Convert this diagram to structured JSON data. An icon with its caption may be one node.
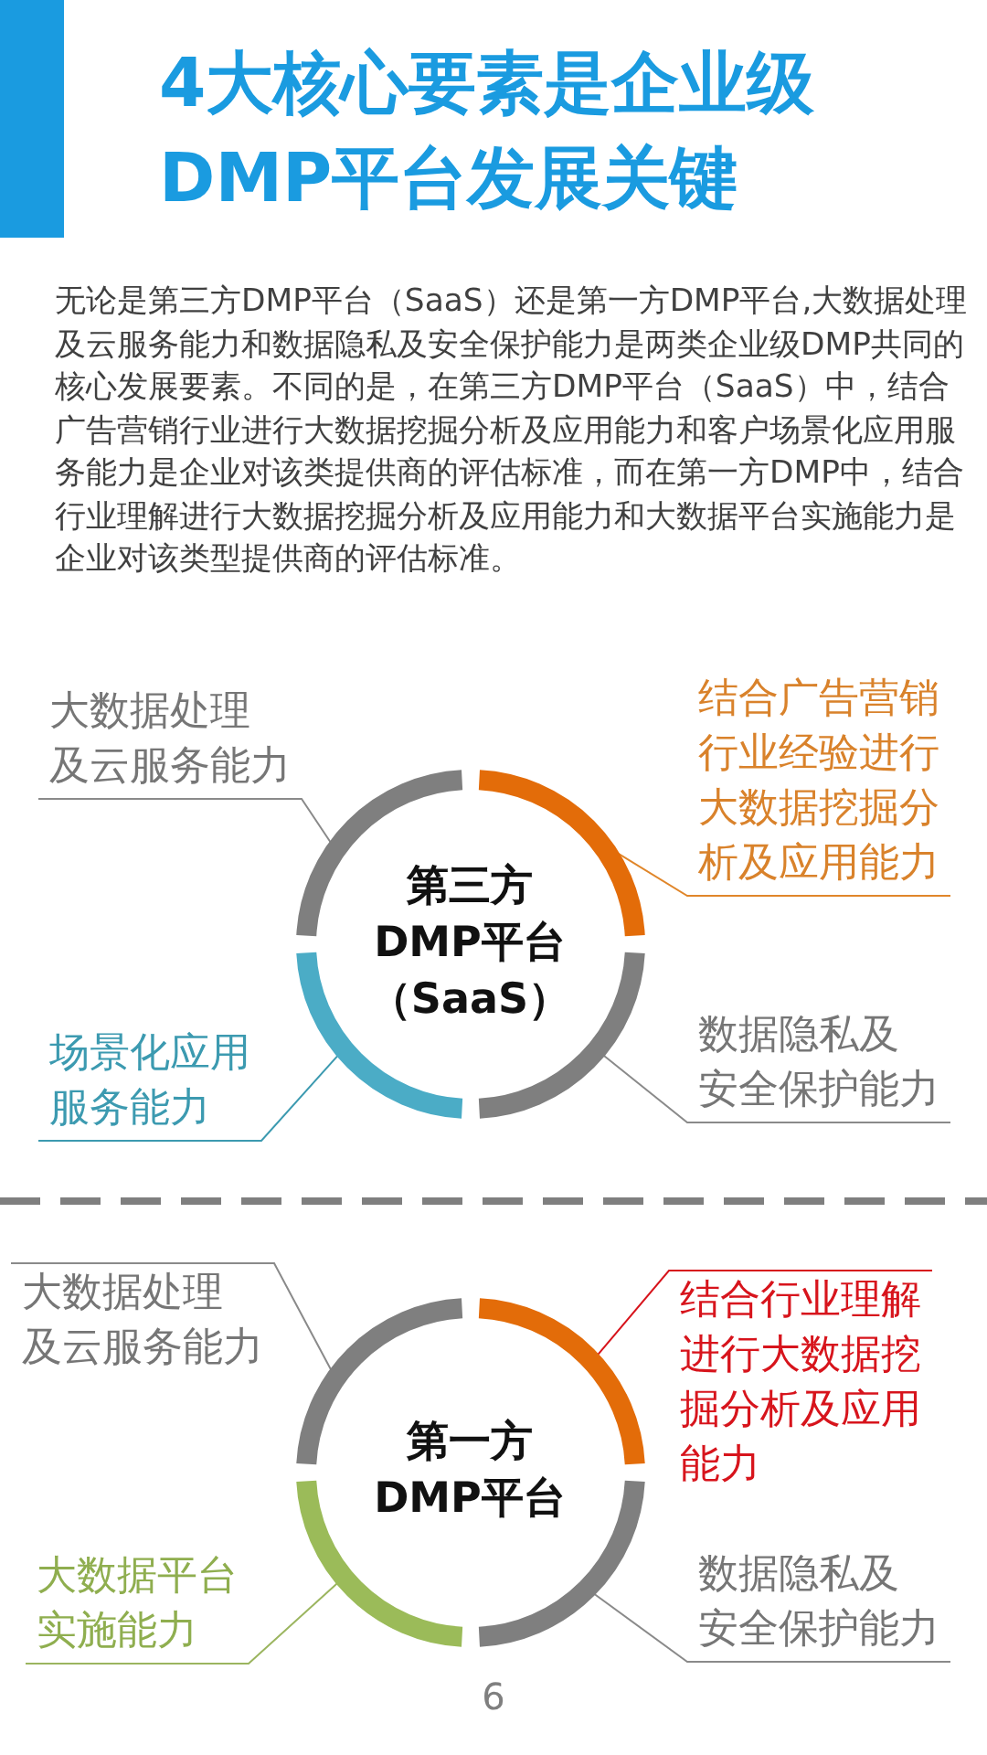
{
  "diagram": {
    "title": "4大核心要素是企业级DMP平台发展关键",
    "nodes": [
      {
        "text": [
          "第三方DMP平台（SaaS）"
        ]
      },
      {
        "text": [],
        "shape": "arc"
      },
      {
        "text": [],
        "shape": "arc"
      },
      {
        "text": [],
        "shape": "arc"
      },
      {
        "text": [],
        "shape": "arc"
      },
      {
        "text": [
          "大数据处理及云服务能力"
        ]
      },
      {
        "text": [
          "结合广告营销行业经验进行大数据挖掘分析及应用能力"
        ]
      },
      {
        "text": [
          "场景化应用服务能力"
        ]
      },
      {
        "text": [
          "数据隐私及安全保护能力"
        ]
      },
      {
        "text": [
          "第一方DMP平台"
        ]
      },
      {
        "text": [],
        "shape": "arc"
      },
      {
        "text": [],
        "shape": "arc"
      },
      {
        "text": [],
        "shape": "arc"
      },
      {
        "text": [],
        "shape": "arc"
      },
      {
        "text": [
          "大数据处理及云服务能力"
        ]
      },
      {
        "text": [
          "结合行业理解进行大数据挖掘分析及应用能力"
        ]
      },
      {
        "text": [
          "大数据平台实施能力"
        ]
      },
      {
        "text": [
          "数据隐私及安全保护能力"
        ]
      }
    ],
    "edges": [
      {
        "from": 5,
        "to": 1,
        "arrow": "none"
      },
      {
        "from": 6,
        "to": 2,
        "arrow": "other",
        "color": "#e0862a"
      },
      {
        "from": 7,
        "to": 3,
        "arrow": "other",
        "color": "#3c9ab0"
      },
      {
        "from": 8,
        "to": 4,
        "arrow": "other"
      },
      {
        "from": 14,
        "to": 10,
        "arrow": "other"
      },
      {
        "from": 15,
        "to": 11,
        "arrow": "other",
        "color": "#d7141c"
      },
      {
        "from": 16,
        "to": 12,
        "arrow": "other",
        "color": "#9bb55f"
      },
      {
        "from": 17,
        "to": 13,
        "arrow": "none"
      }
    ],
    "labels": [
      "无论是第三方DMP平台（SaaS）还是第一方DMP平台,大数据处理及云服务能力和数据隐私及安全保护能力是两类企业级DMP共同的核心发展要素。不同的是，在第三方DMP平台（SaaS）中，结合广告营销行业进行大数据挖掘分析及应用能力和客户场景化应用服务能力是企业对该类提供商的评估标准，而在第一方DMP中，结合行业理解进行大数据挖掘分析及应用能力和大数据平台实施能力是企业对该类型提供商的评估标准。",
      "6"
    ]
  }
}
